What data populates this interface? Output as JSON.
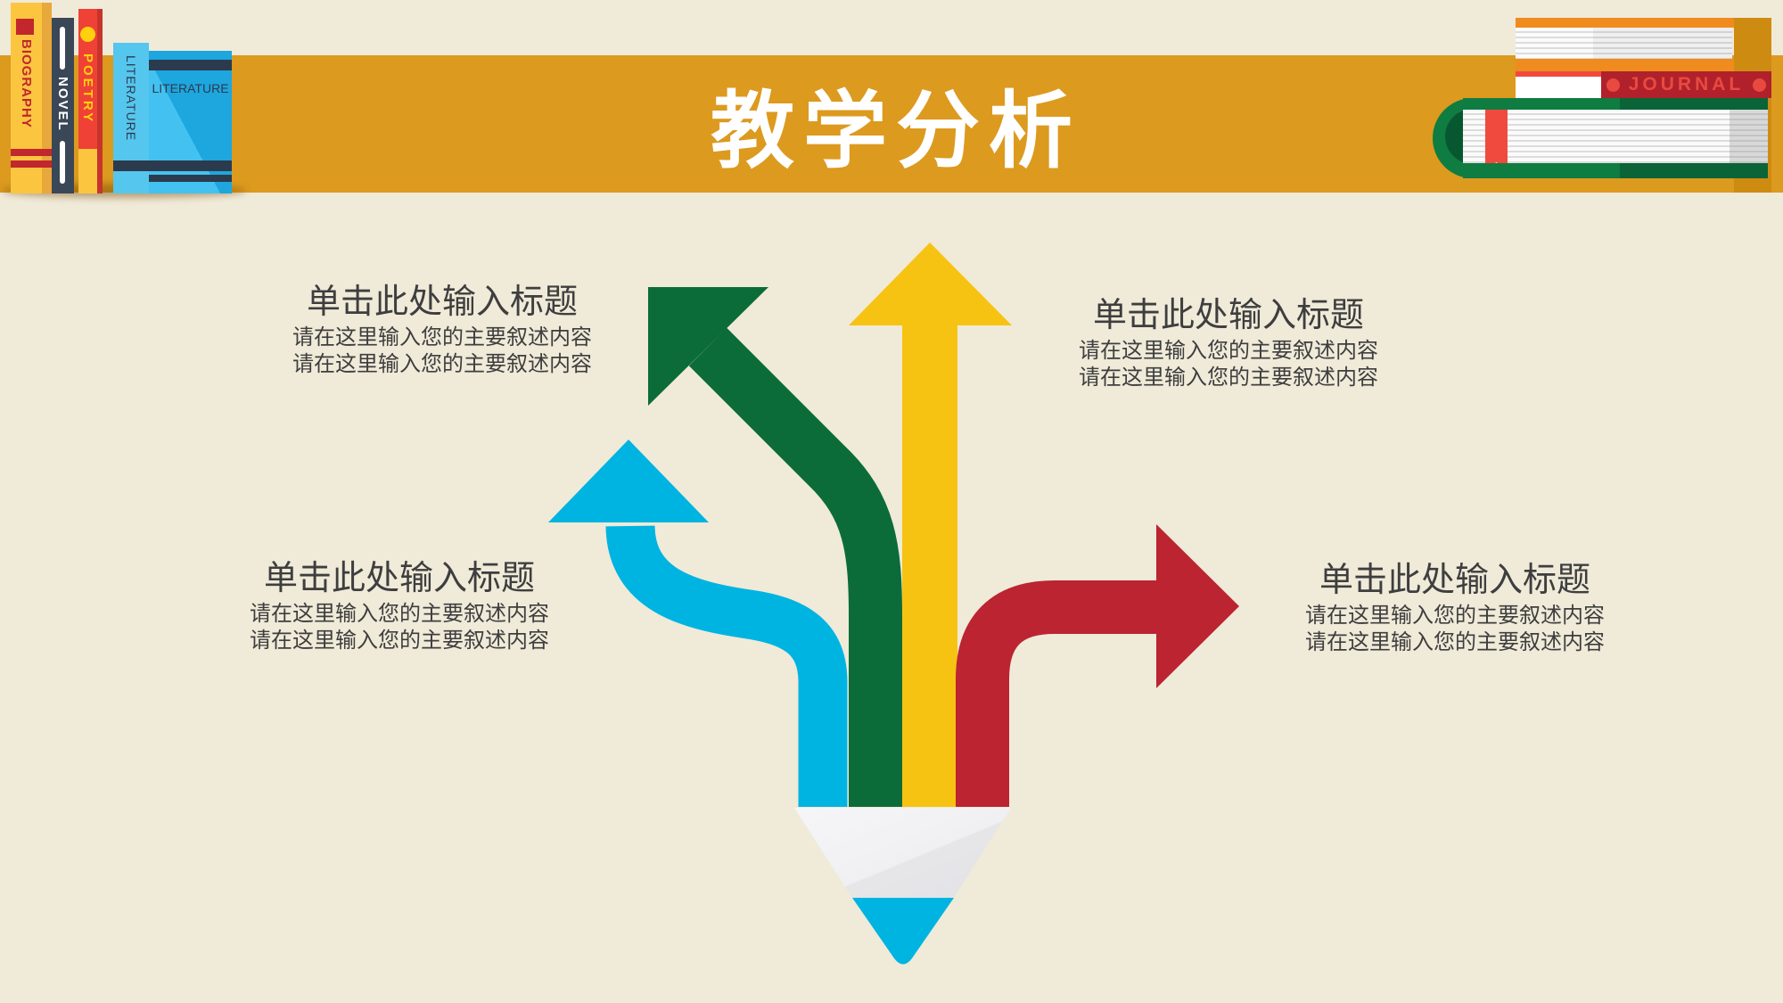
{
  "slide": {
    "title": "教学分析",
    "background_color": "#F0EAD9",
    "banner_color": "#DC9A1F"
  },
  "items": [
    {
      "position": "top-left",
      "title": "单击此处输入标题",
      "lines": [
        "请在这里输入您的主要叙述内容",
        "请在这里输入您的主要叙述内容"
      ]
    },
    {
      "position": "top-right",
      "title": "单击此处输入标题",
      "lines": [
        "请在这里输入您的主要叙述内容",
        "请在这里输入您的主要叙述内容"
      ]
    },
    {
      "position": "bottom-left",
      "title": "单击此处输入标题",
      "lines": [
        "请在这里输入您的主要叙述内容",
        "请在这里输入您的主要叙述内容"
      ]
    },
    {
      "position": "bottom-right",
      "title": "单击此处输入标题",
      "lines": [
        "请在这里输入您的主要叙述内容",
        "请在这里输入您的主要叙述内容"
      ]
    }
  ],
  "diagram": {
    "description": "pencil-splitting-into-four-direction-arrows",
    "arrows": [
      {
        "name": "blue-arrow",
        "direction": "up-left-curved",
        "color": "#00B4E1"
      },
      {
        "name": "green-arrow",
        "direction": "up-left-diagonal",
        "color": "#0B6C3A"
      },
      {
        "name": "yellow-arrow",
        "direction": "up",
        "color": "#F7C312"
      },
      {
        "name": "red-arrow",
        "direction": "right",
        "color": "#BB2430"
      }
    ],
    "pencil": {
      "wood_color": "#F2F2F4",
      "tip_color": "#00B4E1"
    }
  },
  "decorations": {
    "left_books": [
      {
        "label": "BIOGRAPHY"
      },
      {
        "label": "NOVEL"
      },
      {
        "label": "POETRY"
      },
      {
        "label": "LITERATURE"
      },
      {
        "label": "LITERATURE"
      }
    ],
    "right_stack": {
      "journal_label": "JOURNAL"
    }
  }
}
